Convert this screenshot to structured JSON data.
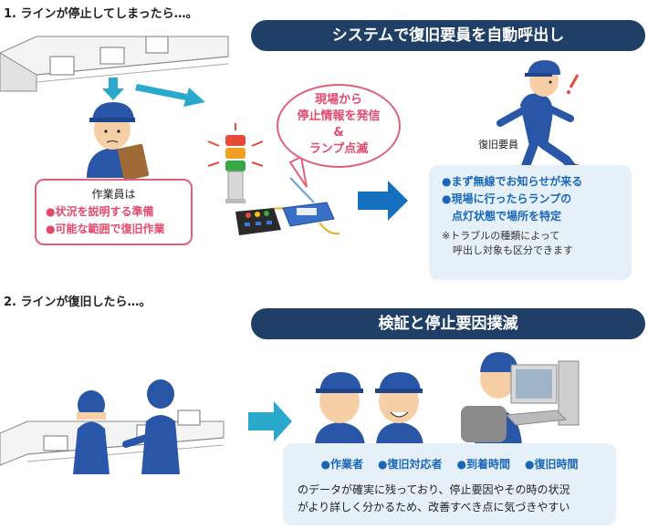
{
  "step1": {
    "title": "1. ラインが停止してしまったら…。",
    "banner": "システムで復旧要員を自動呼出し",
    "worker_box": {
      "title": "作業員は",
      "items": [
        "●状況を説明する準備",
        "●可能な範囲で復旧作業"
      ]
    },
    "bubble": [
      "現場から",
      "停止情報を発信",
      "&",
      "ランプ点滅"
    ],
    "recovery_label": "復旧要員",
    "info_box": {
      "items": [
        "●まず無線でお知らせが来る",
        "●現場に行ったらランプの",
        "点灯状態で場所を特定"
      ],
      "note": [
        "※トラブルの種類によって",
        "呼出し対象も区分できます"
      ]
    }
  },
  "step2": {
    "title": "2. ラインが復旧したら…。",
    "banner": "検証と停止要因撲滅",
    "tags": [
      "●作業者",
      "●復旧対応者",
      "●到着時間",
      "●復旧時間"
    ],
    "desc": [
      "のデータが確実に残っており、停止要因やその時の状況",
      "がより詳しく分かるため、改善すべき点に気づきやすい"
    ]
  },
  "colors": {
    "banner": "#1f3f66",
    "accent_pink": "#e24a6e",
    "accent_blue": "#1a67b8",
    "arrow_blue": "#1570c0",
    "arrow_cyan": "#2aa9cc"
  }
}
